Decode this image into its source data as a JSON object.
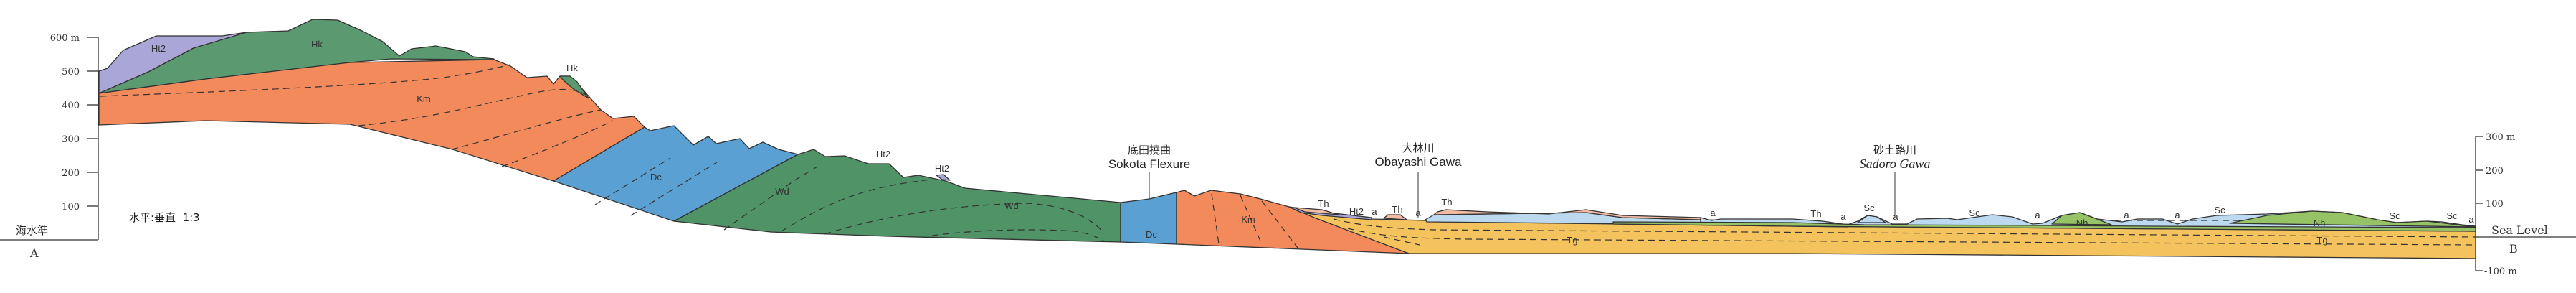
{
  "left_axis": {
    "ticks": [
      "600 m",
      "500",
      "400",
      "300",
      "200",
      "100"
    ],
    "baseline_label": "海水準",
    "endpoint": "A"
  },
  "right_axis": {
    "ticks": [
      "300 m",
      "200",
      "100",
      "-100 m"
    ],
    "baseline_label": "Sea Level",
    "endpoint": "B"
  },
  "scale_note": "水平:垂直  1:3",
  "places": {
    "sokota": {
      "jp": "底田撓曲",
      "en": "Sokota Flexure"
    },
    "obayashi": {
      "jp": "大林川",
      "en": "Obayashi Gawa"
    },
    "sadoro": {
      "jp": "砂土路川",
      "en": "Sadoro Gawa"
    }
  },
  "formations": [
    "Ht2",
    "Hk",
    "Km",
    "Hk",
    "Dc",
    "Wd",
    "Ht2",
    "Ht2",
    "Wd",
    "Dc",
    "Km",
    "Th",
    "Ht2",
    "a",
    "Th",
    "a",
    "Th",
    "Tg",
    "a",
    "Th",
    "a",
    "Sc",
    "a",
    "Sc",
    "a",
    "Nh",
    "a",
    "a",
    "Sc",
    "Nh",
    "Sc",
    "Sc",
    "a",
    "Tg"
  ],
  "colors": {
    "Ht2": "#aaa7d8",
    "Hk": "#5b9a70",
    "Km": "#f28a5c",
    "Dc": "#5ba0d2",
    "Wd": "#4f9367",
    "Tg": "#f4c35e",
    "Sc": "#bcd9ef",
    "Nh": "#97c367",
    "Th": "#f2bba4"
  }
}
